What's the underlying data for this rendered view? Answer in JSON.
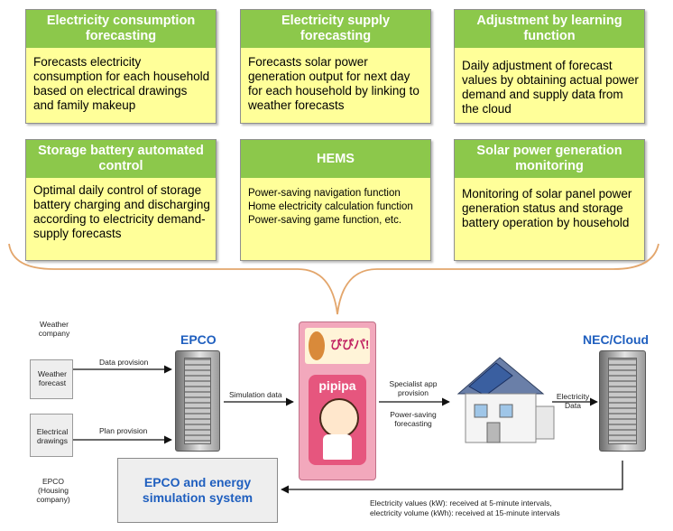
{
  "features": [
    {
      "title": "Electricity consumption forecasting",
      "body": "Forecasts electricity consumption for each household based on electrical drawings and family makeup"
    },
    {
      "title": "Electricity supply forecasting",
      "body": "Forecasts solar power generation output for next day for each household by linking to weather forecasts"
    },
    {
      "title": "Adjustment by learning function",
      "body": "Daily adjustment of forecast values by obtaining actual power demand and supply data from the cloud"
    },
    {
      "title": "Storage battery automated control",
      "body": "Optimal daily control of storage battery charging and discharging according to electricity demand-supply forecasts"
    },
    {
      "title": "HEMS",
      "body_lines": [
        "Power-saving navigation function",
        "Home electricity calculation function",
        "Power-saving game function, etc."
      ]
    },
    {
      "title": "Solar power generation monitoring",
      "body": "Monitoring of solar panel power generation status and storage battery operation by household"
    }
  ],
  "diagram": {
    "weather_company": "Weather company",
    "weather_forecast": "Weather forecast",
    "electrical_drawings": "Electrical drawings",
    "housing_company": "EPCO (Housing company)",
    "data_provision": "Data provision",
    "plan_provision": "Plan provision",
    "epco": "EPCO",
    "simulation_data": "Simulation data",
    "app_name": "pipipa",
    "specialist_app": "Specialist app provision",
    "power_saving_forecasting": "Power-saving forecasting",
    "nec_cloud": "NEC/Cloud",
    "electricity_data": "Electricity Data",
    "sim_system": "EPCO and energy simulation system",
    "interval_line1": "Electricity values (kW): received at 5-minute intervals,",
    "interval_line2": "electricity volume (kWh): received at 15-minute intervals"
  }
}
